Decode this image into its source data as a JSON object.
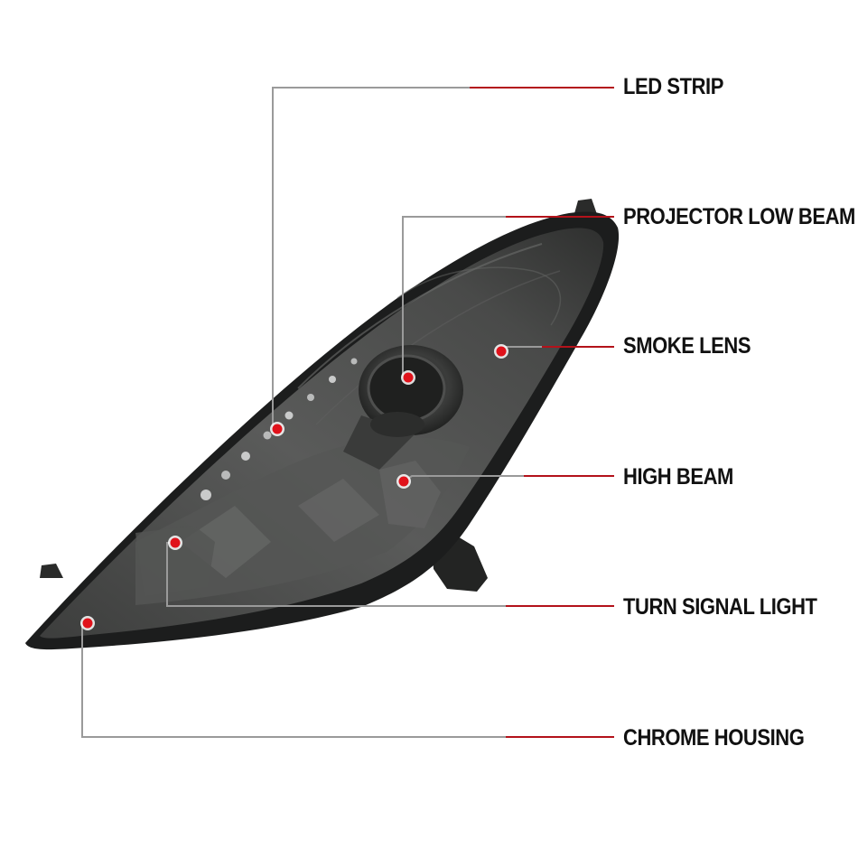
{
  "labels": {
    "led_strip": "LED STRIP",
    "projector_low_beam": "PROJECTOR LOW BEAM",
    "smoke_lens": "SMOKE LENS",
    "high_beam": "HIGH BEAM",
    "turn_signal_light": "TURN SIGNAL LIGHT",
    "chrome_housing": "CHROME HOUSING"
  },
  "colors": {
    "leader_line_gray": "#9a9a9a",
    "leader_line_red": "#b3121a",
    "marker_red": "#e0121b",
    "marker_ring": "#ffffff",
    "lens_smoke": "#4a4b4a",
    "housing_dark": "#1c1d1d"
  }
}
